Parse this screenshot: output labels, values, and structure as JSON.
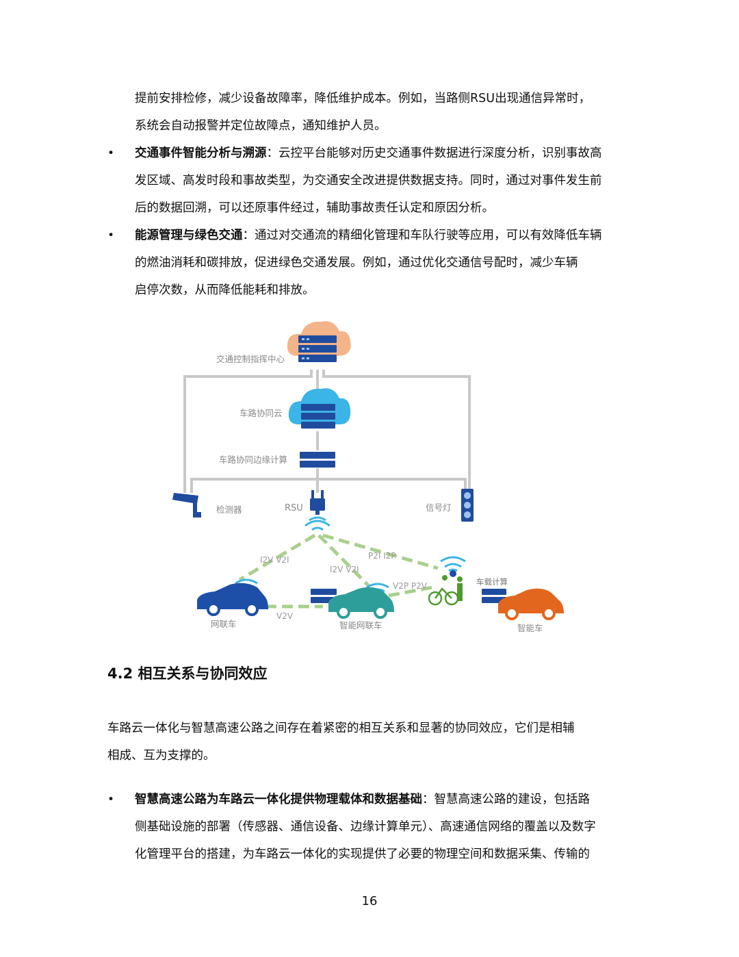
{
  "continuation": {
    "line1": "提前安排检修，减少设备故障率，降低维护成本。例如，当路侧RSU出现通信异常时，",
    "line2": "系统会自动报警并定位故障点，通知维护人员。"
  },
  "bullets": [
    {
      "title": "交通事件智能分析与溯源",
      "colon": "：",
      "lines": [
        "云控平台能够对历史交通事件数据进行深度分析，识别事故高",
        "发区域、高发时段和事故类型，为交通安全改进提供数据支持。同时，通过对事件发生前",
        "后的数据回溯，可以还原事件经过，辅助事故责任认定和原因分析。"
      ]
    },
    {
      "title": "能源管理与绿色交通",
      "colon": "：",
      "lines": [
        "通过对交通流的精细化管理和车队行驶等应用，可以有效降低车辆",
        "的燃油消耗和碳排放，促进绿色交通发展。例如，通过优化交通信号配时，减少车辆",
        "启停次数，从而降低能耗和排放。"
      ]
    }
  ],
  "diagram": {
    "labels": {
      "center": "交通控制指挥中心",
      "cloud": "车路协同云",
      "edge": "车路协同边缘计算",
      "detector": "检测器",
      "rsu": "RSU",
      "signal": "信号灯",
      "i2v_v2i_left": "I2V  V2I",
      "i2v_v2i_mid": "I2V  V2I",
      "p2i_i2p": "P2I  I2P",
      "v2p_p2v": "V2P  P2V",
      "v2v": "V2V",
      "onboard": "车载计算",
      "car_left": "网联车",
      "car_mid": "智能网联车",
      "car_right": "智能车"
    },
    "colors": {
      "cloud_orange": "#F4B48A",
      "cloud_blue": "#3BB4E8",
      "server": "#1F4C9E",
      "link_green": "#A8D08D",
      "wire_gray": "#C8C8C8",
      "car_blue": "#1E4FA8",
      "car_teal": "#2E9E9A",
      "car_orange": "#E2661E",
      "person_green": "#4E9A2E"
    }
  },
  "section": {
    "heading": "4.2  相互关系与协同效应",
    "para_line1": "车路云一体化与智慧高速公路之间存在着紧密的相互关系和显著的协同效应，它们是相辅",
    "para_line2": "相成、互为支撑的。"
  },
  "bullet3": {
    "title": "智慧高速公路为车路云一体化提供物理载体和数据基础",
    "colon": "：",
    "lines": [
      "智慧高速公路的建设，包括路",
      "侧基础设施的部署（传感器、通信设备、边缘计算单元）、高速通信网络的覆盖以及数字",
      "化管理平台的搭建，为车路云一体化的实现提供了必要的物理空间和数据采集、传输的"
    ]
  },
  "bullet_symbol": "•",
  "page_number": "16"
}
